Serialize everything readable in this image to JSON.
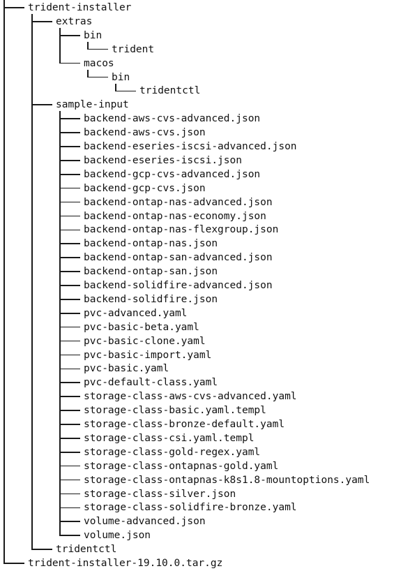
{
  "tree": {
    "items": [
      {
        "depth": 0,
        "name": "trident-installer",
        "last": false
      },
      {
        "depth": 1,
        "name": "extras",
        "last": false
      },
      {
        "depth": 2,
        "name": "bin",
        "last": false
      },
      {
        "depth": 3,
        "name": "trident",
        "last": true
      },
      {
        "depth": 2,
        "name": "macos",
        "last": true
      },
      {
        "depth": 3,
        "name": "bin",
        "last": true
      },
      {
        "depth": 4,
        "name": "tridentctl",
        "last": true
      },
      {
        "depth": 1,
        "name": "sample-input",
        "last": false
      },
      {
        "depth": 2,
        "name": "backend-aws-cvs-advanced.json",
        "last": false
      },
      {
        "depth": 2,
        "name": "backend-aws-cvs.json",
        "last": false
      },
      {
        "depth": 2,
        "name": "backend-eseries-iscsi-advanced.json",
        "last": false
      },
      {
        "depth": 2,
        "name": "backend-eseries-iscsi.json",
        "last": false
      },
      {
        "depth": 2,
        "name": "backend-gcp-cvs-advanced.json",
        "last": false
      },
      {
        "depth": 2,
        "name": "backend-gcp-cvs.json",
        "last": false
      },
      {
        "depth": 2,
        "name": "backend-ontap-nas-advanced.json",
        "last": false
      },
      {
        "depth": 2,
        "name": "backend-ontap-nas-economy.json",
        "last": false
      },
      {
        "depth": 2,
        "name": "backend-ontap-nas-flexgroup.json",
        "last": false
      },
      {
        "depth": 2,
        "name": "backend-ontap-nas.json",
        "last": false
      },
      {
        "depth": 2,
        "name": "backend-ontap-san-advanced.json",
        "last": false
      },
      {
        "depth": 2,
        "name": "backend-ontap-san.json",
        "last": false
      },
      {
        "depth": 2,
        "name": "backend-solidfire-advanced.json",
        "last": false
      },
      {
        "depth": 2,
        "name": "backend-solidfire.json",
        "last": false
      },
      {
        "depth": 2,
        "name": "pvc-advanced.yaml",
        "last": false
      },
      {
        "depth": 2,
        "name": "pvc-basic-beta.yaml",
        "last": false
      },
      {
        "depth": 2,
        "name": "pvc-basic-clone.yaml",
        "last": false
      },
      {
        "depth": 2,
        "name": "pvc-basic-import.yaml",
        "last": false
      },
      {
        "depth": 2,
        "name": "pvc-basic.yaml",
        "last": false
      },
      {
        "depth": 2,
        "name": "pvc-default-class.yaml",
        "last": false
      },
      {
        "depth": 2,
        "name": "storage-class-aws-cvs-advanced.yaml",
        "last": false
      },
      {
        "depth": 2,
        "name": "storage-class-basic.yaml.templ",
        "last": false
      },
      {
        "depth": 2,
        "name": "storage-class-bronze-default.yaml",
        "last": false
      },
      {
        "depth": 2,
        "name": "storage-class-csi.yaml.templ",
        "last": false
      },
      {
        "depth": 2,
        "name": "storage-class-gold-regex.yaml",
        "last": false
      },
      {
        "depth": 2,
        "name": "storage-class-ontapnas-gold.yaml",
        "last": false
      },
      {
        "depth": 2,
        "name": "storage-class-ontapnas-k8s1.8-mountoptions.yaml",
        "last": false
      },
      {
        "depth": 2,
        "name": "storage-class-silver.json",
        "last": false
      },
      {
        "depth": 2,
        "name": "storage-class-solidfire-bronze.yaml",
        "last": false
      },
      {
        "depth": 2,
        "name": "volume-advanced.json",
        "last": false
      },
      {
        "depth": 2,
        "name": "volume.json",
        "last": true
      },
      {
        "depth": 1,
        "name": "tridentctl",
        "last": true
      },
      {
        "depth": 0,
        "name": "trident-installer-19.10.0.tar.gz",
        "last": true
      }
    ]
  }
}
